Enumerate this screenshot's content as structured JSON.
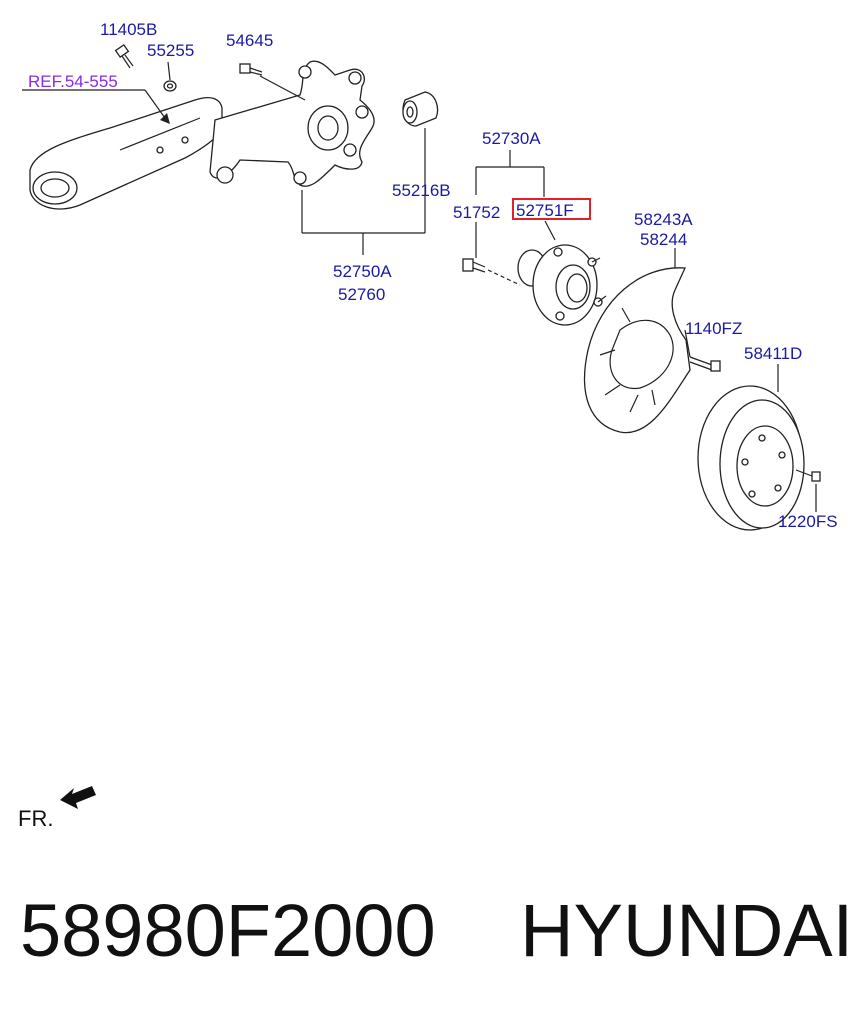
{
  "labels": {
    "l11405b": "11405B",
    "l55255": "55255",
    "l54645": "54645",
    "ref": "REF.54-555",
    "l52730a": "52730A",
    "l55216b": "55216B",
    "l51752": "51752",
    "l52751f": "52751F",
    "l58243a": "58243A",
    "l58244": "58244",
    "l52750a": "52750A",
    "l52760": "52760",
    "l1140fz": "1140FZ",
    "l58411d": "58411D",
    "l1220fs": "1220FS",
    "fr": "FR."
  },
  "footer": {
    "part_number": "58980F2000",
    "brand": "HYUNDAI"
  },
  "colors": {
    "label": "#1a1aa6",
    "reference": "#8a2be2",
    "highlight": "#e0202a"
  }
}
